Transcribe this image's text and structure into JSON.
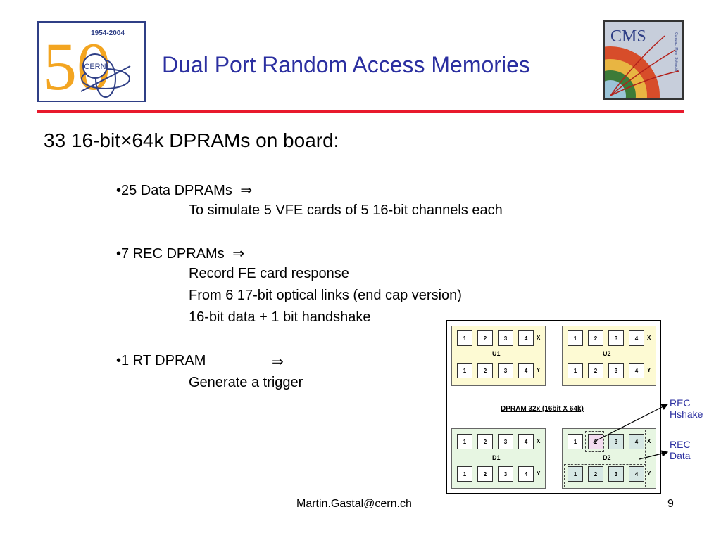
{
  "header": {
    "title": "Dual Port Random Access Memories",
    "cern_logo_text": {
      "years": "1954-2004",
      "number": "50",
      "org": "CERN"
    },
    "cms_logo_text": {
      "name": "CMS",
      "sub": "Compact Muon Solenoid"
    },
    "rule_color": "#e8192c",
    "title_color": "#2b2fa0"
  },
  "content": {
    "heading": "33 16-bit×64k DPRAMs on board:",
    "data_bullet": "•25 Data DPRAMs",
    "data_detail": "To simulate 5 VFE cards of 5 16-bit channels each",
    "rec_bullet": "•7   REC DPRAMs",
    "rec_details": [
      "Record FE card response",
      "From 6 17-bit optical links (end cap version)",
      "16-bit data + 1 bit handshake"
    ],
    "rt_bullet": "•1   RT DPRAM",
    "rt_detail": "Generate a trigger",
    "implies_symbol": "⇒"
  },
  "diagram": {
    "caption": "DPRAM 32x (16bit X 64k)",
    "cell_numbers": [
      "1",
      "2",
      "3",
      "4"
    ],
    "row_x_label": "X",
    "row_y_label": "Y",
    "blocks": [
      {
        "label": "U1",
        "color": "#fdfad3"
      },
      {
        "label": "U2",
        "color": "#fdfad3"
      },
      {
        "label": "D1",
        "color": "#e7f6e2"
      },
      {
        "label": "D2",
        "color": "#e7f6e2"
      }
    ],
    "callouts": {
      "rec_hshake": [
        "REC",
        "Hshake"
      ],
      "rec_data": [
        "REC",
        "Data"
      ]
    }
  },
  "footer": {
    "email": "Martin.Gastal@cern.ch",
    "page_number": "9"
  }
}
